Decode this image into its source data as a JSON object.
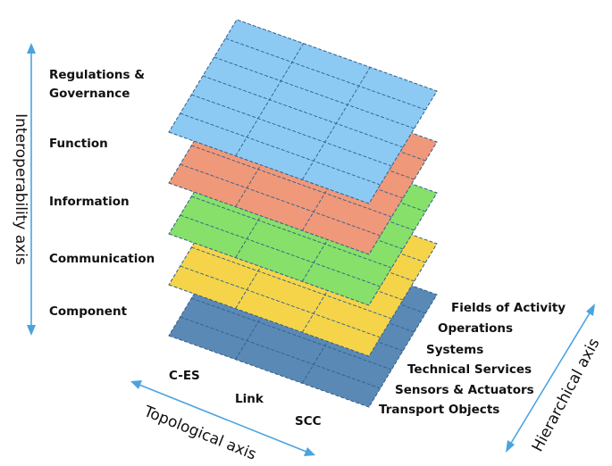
{
  "interoperability_layers": [
    {
      "label": "Component",
      "color": "#5b89b6"
    },
    {
      "label": "Communication",
      "color": "#f5d44a"
    },
    {
      "label": "Information",
      "color": "#86e06a"
    },
    {
      "label": "Function",
      "color": "#f0987a"
    },
    {
      "label": "Regulations & Governance",
      "label_lines": [
        "Regulations &",
        "Governance"
      ],
      "color": "#8ccaf4"
    }
  ],
  "hierarchical_levels": [
    "Transport Objects",
    "Sensors & Actuators",
    "Technical Services",
    "Systems",
    "Operations",
    "Fields of Activity"
  ],
  "topological_levels": [
    "C-ES",
    "Link",
    "SCC"
  ],
  "axes": {
    "interoperability": "Interoperability axis",
    "topological": "Topological axis",
    "hierarchical": "Hierarchical axis"
  },
  "colors": {
    "arrow": "#4aa3df",
    "grid_line": "#2f5f8a"
  }
}
